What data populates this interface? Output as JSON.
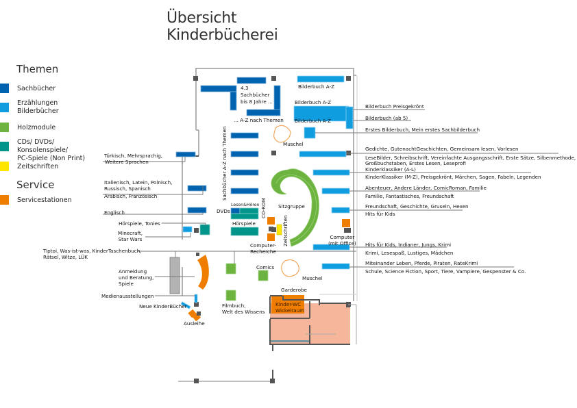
{
  "title": {
    "line1": "Übersicht",
    "line2": "Kinderbücherei"
  },
  "legend": {
    "themen_heading": "Themen",
    "service_heading": "Service",
    "items": [
      {
        "label_1": "Sachbücher",
        "label_2": "",
        "color": "#0063b0"
      },
      {
        "label_1": "Erzählungen",
        "label_2": "Bilderbücher",
        "color": "#0f9de0"
      },
      {
        "label_1": "Holzmodule",
        "label_2": "",
        "color": "#6cb33f"
      },
      {
        "label_1": "CDs/ DVDs/ Konsolenspiele/",
        "label_2": "PC-Spiele (Non Print)",
        "color": "#00958a"
      },
      {
        "label_1": "Zeitschriften",
        "label_2": "",
        "color": "#ffe600"
      }
    ],
    "service_items": [
      {
        "label": "Servicestationen",
        "color": "#ef7d00"
      }
    ]
  },
  "map": {
    "left_labels": {
      "tuerkisch_1": "Türkisch, Mehrsprachig,",
      "tuerkisch_2": "Weitere Sprachen",
      "italienisch_1": "Italienisch, Latein, Polnisch,",
      "italienisch_2": "Russisch, Spanisch",
      "arabisch": "Arabisch, Französisch",
      "englisch": "Englisch",
      "hoerspiele_tonies": "Hörspiele, Tonies",
      "minecraft_1": "Minecraft,",
      "minecraft_2": "Star Wars",
      "tiptoi_1": "Tiptoi, Was-ist-was, KinderTaschenbuch,",
      "tiptoi_2": "Rätsel, Witze, LÜK",
      "anmeldung_1": "Anmeldung",
      "anmeldung_2": "und Beratung,",
      "anmeldung_3": "Spiele",
      "medienausstellungen": "Medienausstellungen",
      "neue_kinderbuecher": "Neue KinderBücher",
      "ausleihe": "Ausleihe"
    },
    "center_labels": {
      "sachbuecher_43_1": "4.3",
      "sachbuecher_43_2": "Sachbücher",
      "sachbuecher_43_3": "bis 8 Jahre ...",
      "az_nach_themen": "... A-Z nach Themen",
      "bilderbuch_az_top": "Bilderbuch A-Z",
      "bilderbuch_az_mid": "Bilderbuch A-Z",
      "bilderbuch_az_low": "Bilderbuch  A-Z",
      "muschel_1": "Muschel",
      "muschel_2": "Muschel",
      "sachbuecher_vertical": "Sachbücher A-Z nach Themen",
      "lesen_hoeren": "Lesen&Hören",
      "dvds": "DVDs",
      "cd_rom": "CD-ROM",
      "sitzgruppe": "Sitzgruppe",
      "hoerspiele": "Hörspiele",
      "zeitschriften": "Zeitschriften",
      "computer_recherche_1": "Computer-",
      "computer_recherche_2": "Recherche",
      "computer_office_1": "Computer",
      "computer_office_2": "(mit Office)",
      "comics": "Comics",
      "filmbuch_1": "Filmbuch,",
      "filmbuch_2": "Welt des Wissens",
      "garderobe": "Garderobe",
      "kinder_wc_1": "Kinder-WC",
      "kinder_wc_2": "Wickelraum"
    },
    "right_labels": [
      "Bilderbuch Preisgekrönt",
      "Bilderbuch (ab 5)",
      "Erstes Bilderbuch, Mein erstes Sachbilderbuch",
      "Gedichte, GutenachtGeschichten, Gemeinsam lesen, Vorlesen",
      "LeseBilder, Schreibschrift, Vereinfachte Ausgangsschrift, Erste Sätze, Silbenmethode,",
      "Großbuchstaben, Erstes Lesen, Leseprofi",
      "Kinderklassiker (A-L)",
      "KinderKlassiker (M-Z), Preisgekrönt, Märchen, Sagen, Fabeln, Legenden",
      "Abenteuer, Andere Länder, ComicRoman, Familie",
      "Familie, Fantastisches, Freundschaft",
      "Freundschaft, Geschichte, Gruseln, Hexen",
      "Hits für Kids",
      "Hits für Kids, Indianer, Jungs, Krimi",
      "Krimi, Lesespaß, Lustiges, Mädchen",
      "Miteinander Leben, Pferde, Piraten, RateKrimi",
      "Schule, Science Fiction, Sport, Tiere, Vampiere, Gespenster & Co."
    ]
  }
}
